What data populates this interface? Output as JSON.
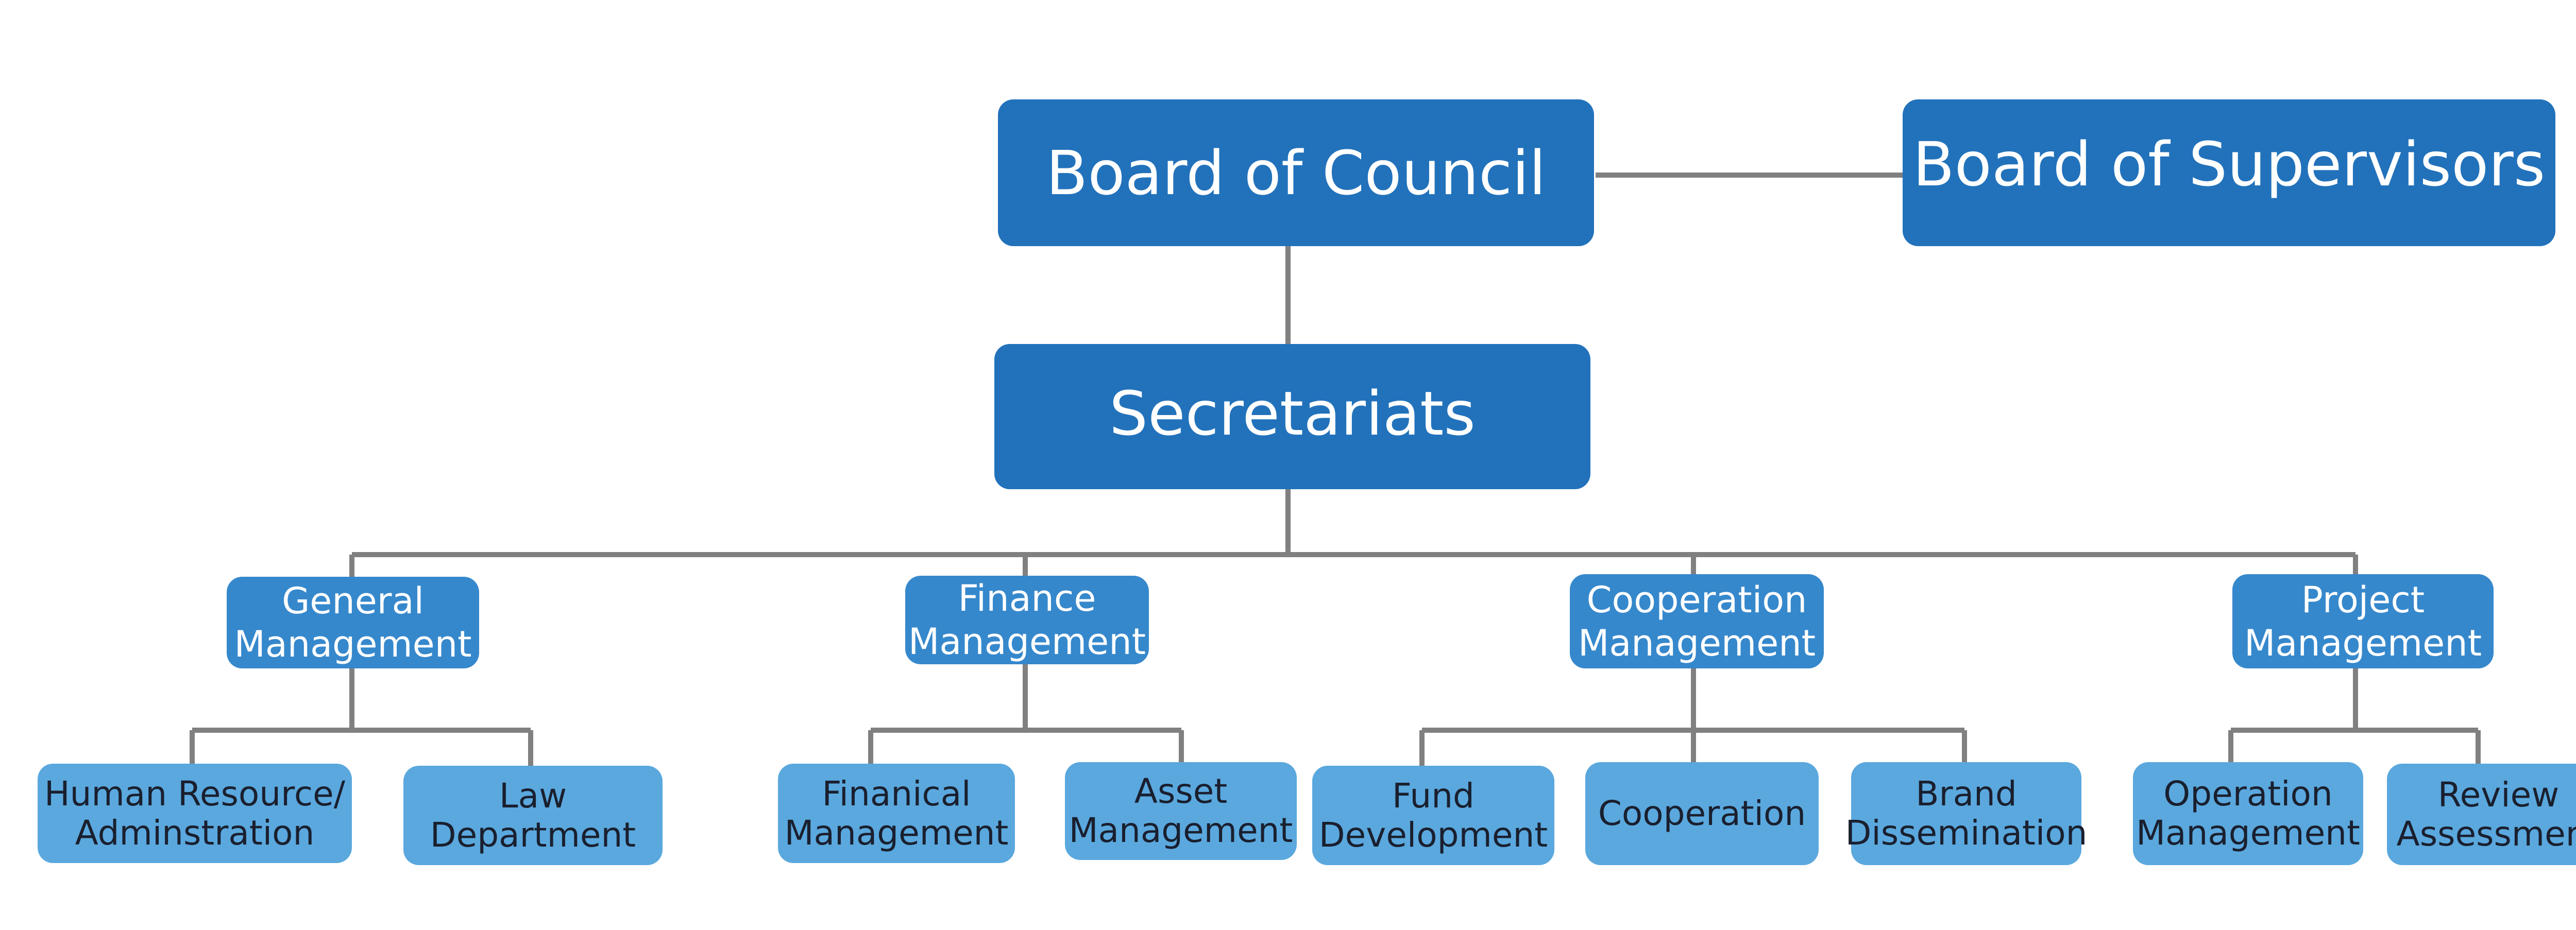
{
  "colors": {
    "top": "#2272bb",
    "mid": "#3688cc",
    "leaf": "#5aa8de",
    "line": "#808080"
  },
  "board_of_council": "Board of Council",
  "board_of_supervisors": "Board of Supervisors",
  "secretariats": "Secretariats",
  "departments": [
    {
      "label": "General\nManagement",
      "children": [
        "Human Resource/\nAdminstration",
        "Law\nDepartment"
      ]
    },
    {
      "label": "Finance\nManagement",
      "children": [
        "Finanical\nManagement",
        "Asset\nManagement"
      ]
    },
    {
      "label": "Cooperation\nManagement",
      "children": [
        "Fund\nDevelopment",
        "Cooperation",
        "Brand\nDissemination"
      ]
    },
    {
      "label": "Project\nManagement",
      "children": [
        "Operation\nManagement",
        "Review\nAssessment"
      ]
    }
  ]
}
